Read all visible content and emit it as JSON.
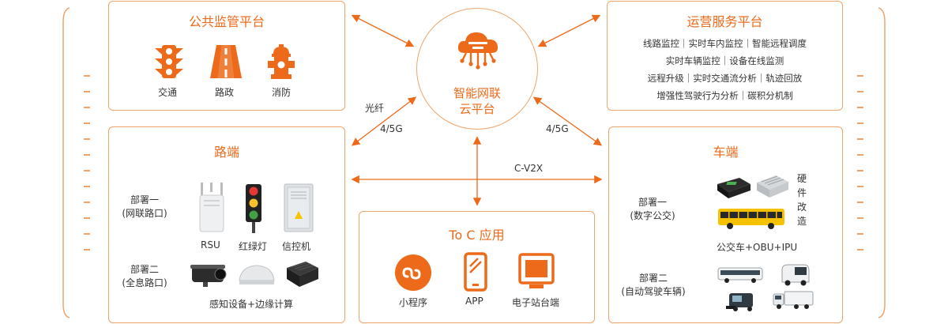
{
  "colors": {
    "accent": "#ec6a1a",
    "border": "#f0a46a",
    "arrow": "#ec6a1a"
  },
  "cloud": {
    "line1": "智能网联",
    "line2": "云平台"
  },
  "public_platform": {
    "title": "公共监管平台",
    "items": [
      {
        "icon": "traffic-light-icon",
        "label": "交通"
      },
      {
        "icon": "road-icon",
        "label": "路政"
      },
      {
        "icon": "fire-hydrant-icon",
        "label": "消防"
      }
    ]
  },
  "ops_platform": {
    "title": "运营服务平台",
    "lines": [
      "线路监控｜实时车内监控｜智能远程调度",
      "实时车辆监控｜设备在线监测",
      "远程升级｜实时交通流分析｜轨迹回放",
      "增强性驾驶行为分析｜碳积分机制"
    ]
  },
  "roadside": {
    "title": "路端",
    "deploy1": {
      "line1": "部署一",
      "line2": "(网联路口)"
    },
    "deploy2": {
      "line1": "部署二",
      "line2": "(全息路口)"
    },
    "devices": [
      "RSU",
      "红绿灯",
      "信控机"
    ],
    "devices2_label": "感知设备+边缘计算"
  },
  "vehicle": {
    "title": "车端",
    "deploy1": {
      "line1": "部署一",
      "line2": "(数字公交)"
    },
    "deploy2": {
      "line1": "部署二",
      "line2": "(自动驾驶车辆)"
    },
    "retrofit": [
      "硬",
      "件",
      "改",
      "造"
    ],
    "bus_label": "公交车+OBU+IPU"
  },
  "toc": {
    "title": "To C 应用",
    "items": [
      {
        "icon": "mini-program-icon",
        "label": "小程序"
      },
      {
        "icon": "phone-icon",
        "label": "APP"
      },
      {
        "icon": "monitor-icon",
        "label": "电子站台端"
      }
    ]
  },
  "links": {
    "fiber": "光纤",
    "g_left": "4/5G",
    "g_right": "4/5G",
    "v2x": "C-V2X"
  }
}
